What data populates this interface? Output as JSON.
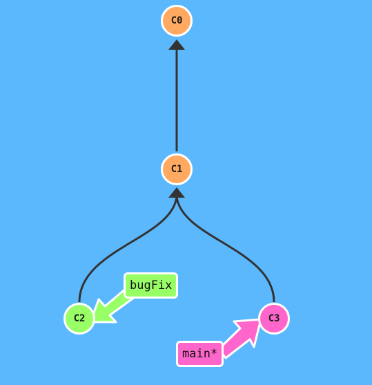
{
  "colors": {
    "background": "#5cb8fc",
    "edge": "#333333",
    "node_border": "#ffffff",
    "main_commit": "#ffaa60",
    "bugfix_color": "#99ff66",
    "main_branch_color": "#ff66cc"
  },
  "commits": [
    {
      "id": "C0",
      "label": "C0",
      "color": "#ffaa60"
    },
    {
      "id": "C1",
      "label": "C1",
      "color": "#ffaa60"
    },
    {
      "id": "C2",
      "label": "C2",
      "color": "#99ff66"
    },
    {
      "id": "C3",
      "label": "C3",
      "color": "#ff66cc"
    }
  ],
  "edges": [
    {
      "from": "C1",
      "to": "C0"
    },
    {
      "from": "C2",
      "to": "C1"
    },
    {
      "from": "C3",
      "to": "C1"
    }
  ],
  "branches": [
    {
      "id": "bugFix",
      "label": "bugFix",
      "target": "C2",
      "color": "#99ff66"
    },
    {
      "id": "main",
      "label": "main*",
      "target": "C3",
      "color": "#ff66cc"
    }
  ]
}
